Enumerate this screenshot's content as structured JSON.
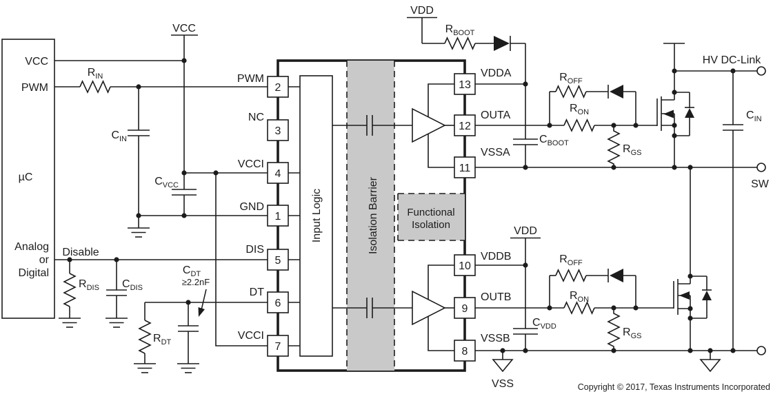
{
  "colors": {
    "line": "#1c1c1c",
    "isolation_fill": "#c9c9c9",
    "background": "#ffffff"
  },
  "mcu": {
    "pin_vcc": "VCC",
    "pin_pwm": "PWM",
    "name": "µC",
    "mode_line1": "Analog",
    "mode_line2": "or",
    "mode_line3": "Digital",
    "disable": "Disable"
  },
  "supplies": {
    "vcc_top": "VCC",
    "vdd_a": "VDD",
    "vdd_b": "VDD",
    "vss": "VSS",
    "hv_dc_link": "HV DC-Link",
    "sw": "SW"
  },
  "ic": {
    "input_logic": "Input Logic",
    "isolation_barrier": "Isolation Barrier",
    "functional_isolation_line1": "Functional",
    "functional_isolation_line2": "Isolation",
    "left_pins": [
      {
        "num": "2",
        "name": "PWM"
      },
      {
        "num": "3",
        "name": "NC"
      },
      {
        "num": "4",
        "name": "VCCI"
      },
      {
        "num": "1",
        "name": "GND"
      },
      {
        "num": "5",
        "name": "DIS"
      },
      {
        "num": "6",
        "name": "DT"
      },
      {
        "num": "7",
        "name": "VCCI"
      }
    ],
    "right_pins": [
      {
        "num": "13",
        "name": "VDDA"
      },
      {
        "num": "12",
        "name": "OUTA"
      },
      {
        "num": "11",
        "name": "VSSA"
      },
      {
        "num": "10",
        "name": "VDDB"
      },
      {
        "num": "9",
        "name": "OUTB"
      },
      {
        "num": "8",
        "name": "VSSB"
      }
    ]
  },
  "components": {
    "r_in": {
      "sym": "R",
      "sub": "IN"
    },
    "c_in_left": {
      "sym": "C",
      "sub": "IN"
    },
    "c_vcc": {
      "sym": "C",
      "sub": "VCC"
    },
    "r_dis": {
      "sym": "R",
      "sub": "DIS"
    },
    "c_dis": {
      "sym": "C",
      "sub": "DIS"
    },
    "r_dt": {
      "sym": "R",
      "sub": "DT"
    },
    "c_dt": {
      "sym": "C",
      "sub": "DT",
      "note": "≥2.2nF"
    },
    "r_boot": {
      "sym": "R",
      "sub": "BOOT"
    },
    "r_off_a": {
      "sym": "R",
      "sub": "OFF"
    },
    "r_on_a": {
      "sym": "R",
      "sub": "ON"
    },
    "c_boot": {
      "sym": "C",
      "sub": "BOOT"
    },
    "r_gs_a": {
      "sym": "R",
      "sub": "GS"
    },
    "r_off_b": {
      "sym": "R",
      "sub": "OFF"
    },
    "r_on_b": {
      "sym": "R",
      "sub": "ON"
    },
    "c_vdd": {
      "sym": "C",
      "sub": "VDD"
    },
    "r_gs_b": {
      "sym": "R",
      "sub": "GS"
    },
    "c_in_right": {
      "sym": "C",
      "sub": "IN"
    }
  },
  "footer": {
    "copyright": "Copyright © 2017, Texas Instruments Incorporated"
  }
}
